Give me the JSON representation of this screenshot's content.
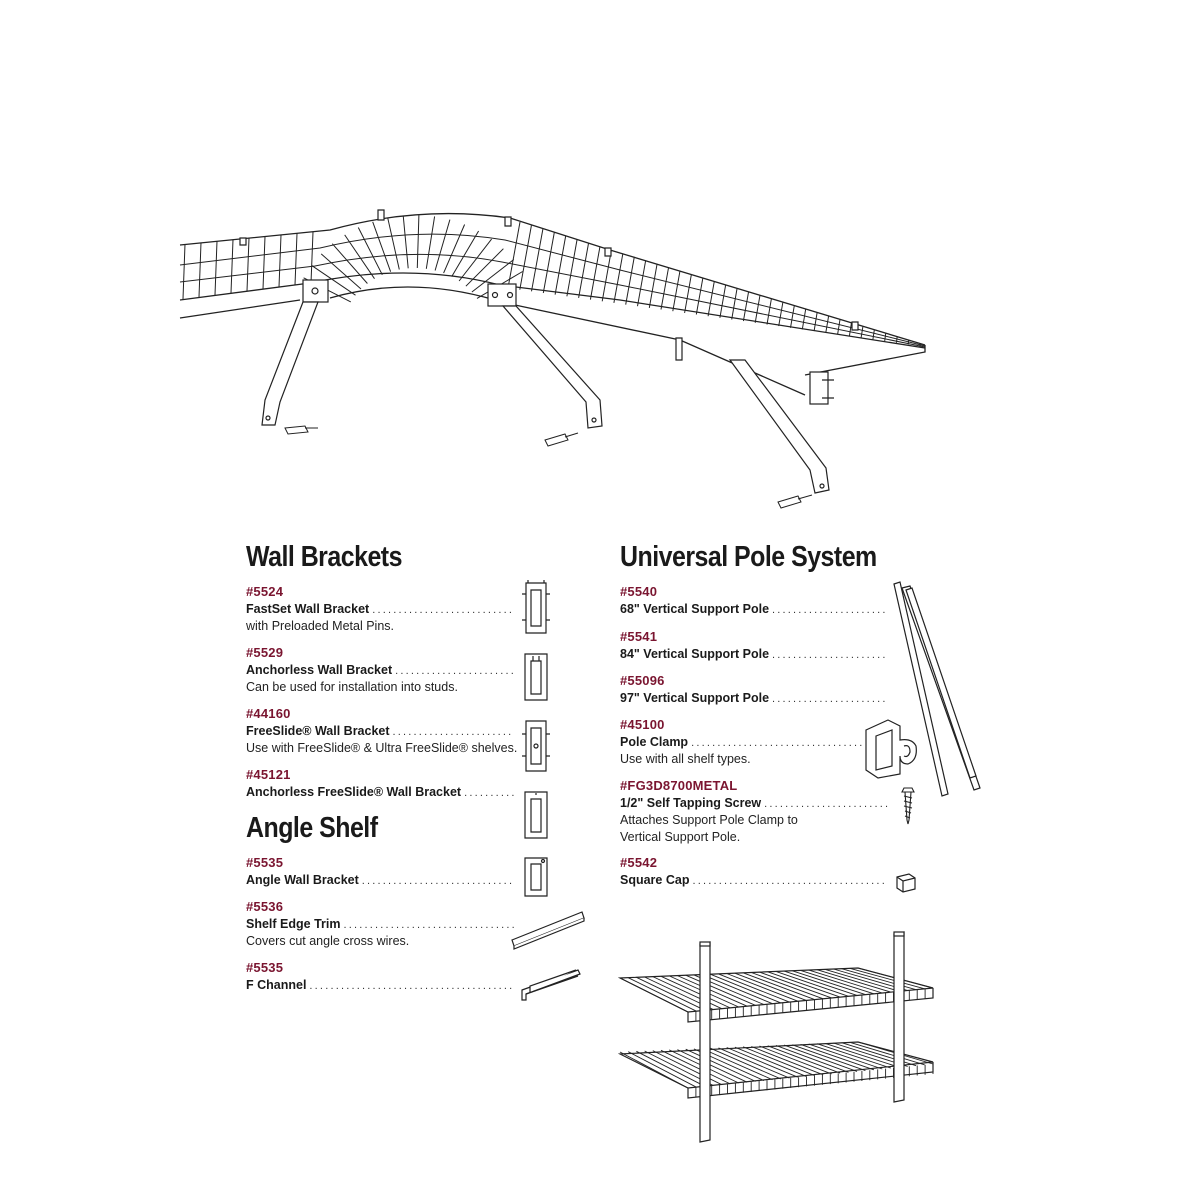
{
  "wall_brackets": {
    "title": "Wall Brackets",
    "items": [
      {
        "code": "#5524",
        "name": "FastSet Wall Bracket",
        "desc": "with Preloaded Metal Pins.",
        "icon": "fastset-bracket-icon"
      },
      {
        "code": "#5529",
        "name": "Anchorless Wall Bracket",
        "desc": "Can be used for installation into studs.",
        "icon": "anchorless-bracket-icon"
      },
      {
        "code": "#44160",
        "name": "FreeSlide® Wall Bracket",
        "desc": "Use with FreeSlide® & Ultra FreeSlide® shelves.",
        "icon": "freeslide-bracket-icon"
      },
      {
        "code": "#45121",
        "name": "Anchorless FreeSlide® Wall Bracket",
        "desc": "",
        "icon": "anchorless-freeslide-bracket-icon"
      }
    ]
  },
  "angle_shelf": {
    "title": "Angle Shelf",
    "items": [
      {
        "code": "#5535",
        "name": "Angle Wall Bracket",
        "desc": "",
        "icon": "angle-bracket-icon"
      },
      {
        "code": "#5536",
        "name": "Shelf Edge Trim",
        "desc": "Covers cut angle cross wires.",
        "icon": "edge-trim-icon"
      },
      {
        "code": "#5535",
        "name": "F Channel",
        "desc": "",
        "icon": "f-channel-icon"
      }
    ]
  },
  "universal_pole": {
    "title": "Universal Pole System",
    "items": [
      {
        "code": "#5540",
        "name": "68\" Vertical Support Pole",
        "desc": ""
      },
      {
        "code": "#5541",
        "name": "84\" Vertical Support Pole",
        "desc": ""
      },
      {
        "code": "#55096",
        "name": "97\" Vertical Support Pole",
        "desc": ""
      },
      {
        "code": "#45100",
        "name": "Pole Clamp",
        "desc": "Use with all shelf types.",
        "icon": "pole-clamp-icon"
      },
      {
        "code": "#FG3D8700METAL",
        "name": "1/2\" Self Tapping Screw",
        "desc": "Attaches Support Pole Clamp to",
        "desc2": "Vertical Support Pole.",
        "icon": "screw-icon"
      },
      {
        "code": "#5542",
        "name": "Square Cap",
        "desc": "",
        "icon": "square-cap-icon"
      }
    ]
  },
  "colors": {
    "code": "#7a1530",
    "text": "#1a1a1a",
    "line": "#222222"
  }
}
